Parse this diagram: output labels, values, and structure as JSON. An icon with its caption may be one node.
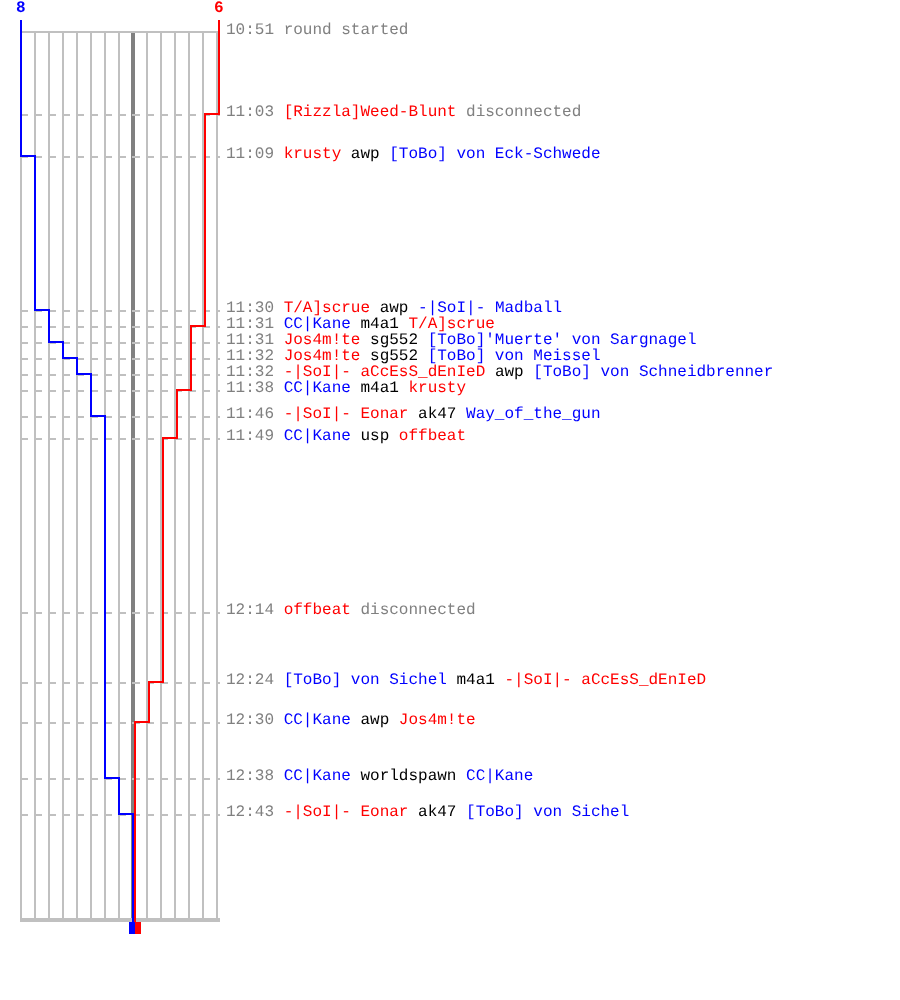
{
  "diagram": {
    "labels": [
      "8",
      "6",
      "10:51",
      "round started",
      "11:03",
      "[Rizzla]Weed-Blunt",
      "disconnected",
      "11:09",
      "krusty",
      "awp",
      "[ToBo] von Eck-Schwede",
      "11:30",
      "T/A]scrue",
      "awp",
      "-|SoI|- Madball",
      "11:31",
      "CC|Kane",
      "m4a1",
      "T/A]scrue",
      "11:31",
      "Jos4m!te",
      "sg552",
      "[ToBo]'Muerte' von Sargnagel",
      "11:32",
      "Jos4m!te",
      "sg552",
      "[ToBo] von Meissel",
      "11:32",
      "-|SoI|- aCcEsS_dEnIeD",
      "awp",
      "[ToBo] von Schneidbrenner",
      "11:38",
      "CC|Kane",
      "m4a1",
      "krusty",
      "11:46",
      "-|SoI|- Eonar",
      "ak47",
      "Way_of_the_gun",
      "11:49",
      "CC|Kane",
      "usp",
      "offbeat",
      "12:14",
      "offbeat",
      "disconnected",
      "12:24",
      "[ToBo] von Sichel",
      "m4a1",
      "-|SoI|- aCcEsS_dEnIeD",
      "12:30",
      "CC|Kane",
      "awp",
      "Jos4m!te",
      "12:38",
      "CC|Kane",
      "worldspawn",
      "CC|Kane",
      "12:43",
      "-|SoI|- Eonar",
      "ak47",
      "[ToBo] von Sichel"
    ]
  }
}
